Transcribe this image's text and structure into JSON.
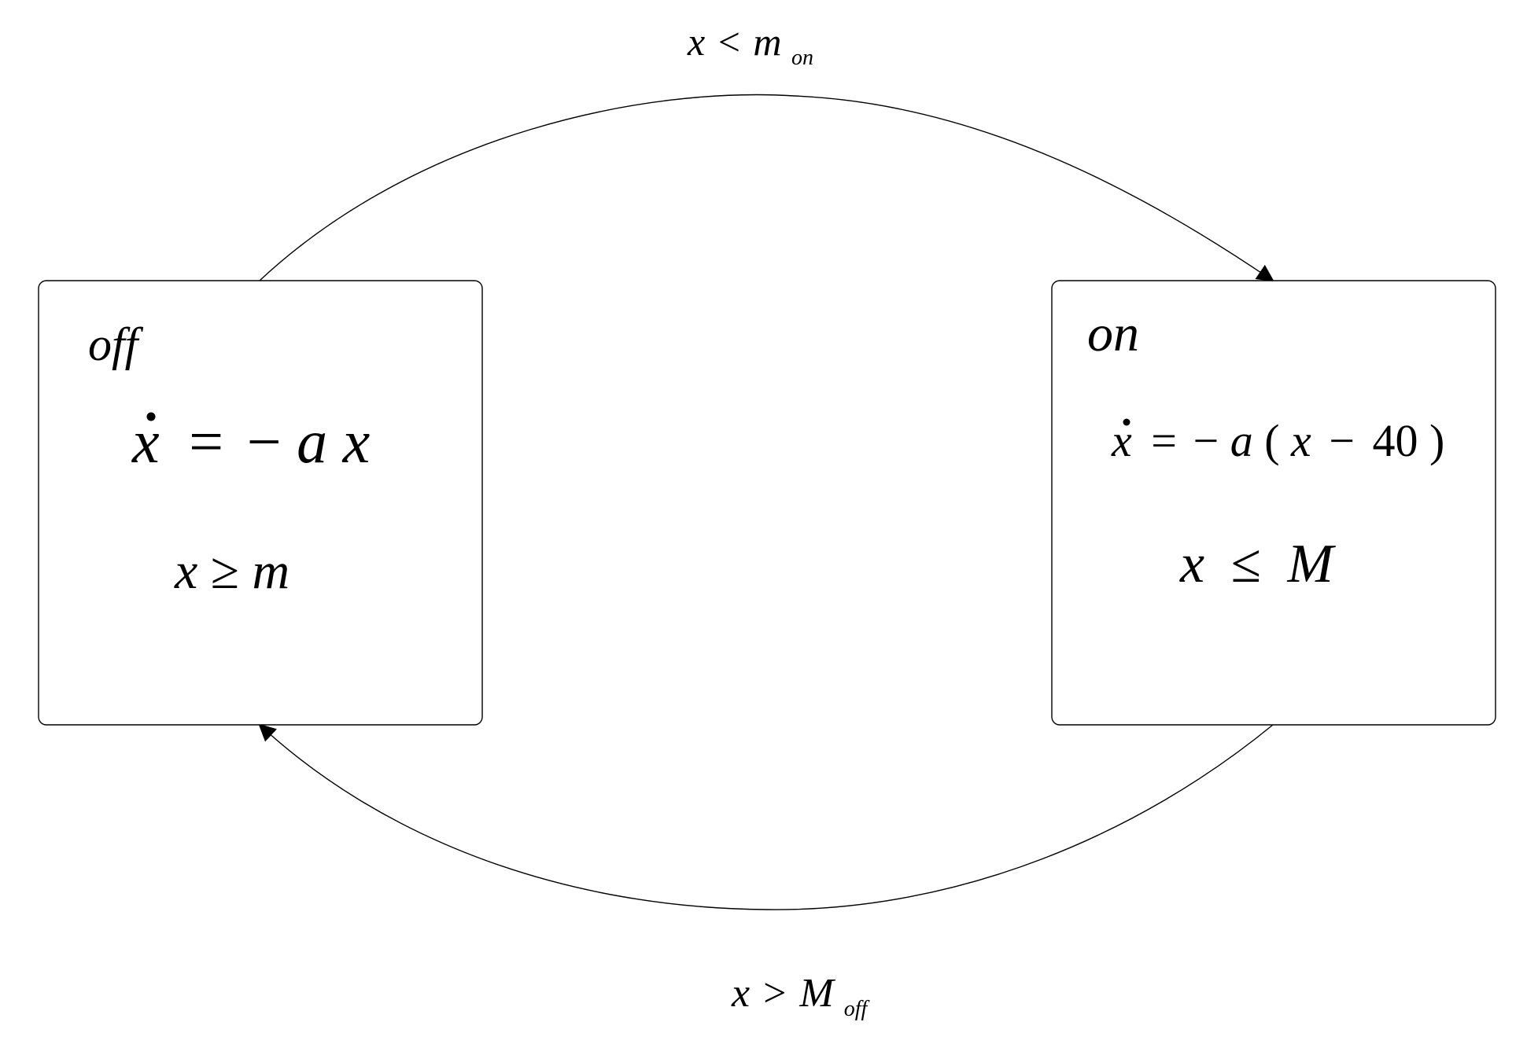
{
  "states": {
    "off": {
      "name": "off",
      "flow": {
        "var": "x",
        "eq": "=",
        "rhs_sign": "−",
        "rhs_a": "a",
        "rhs_x": "x"
      },
      "invariant": {
        "var": "x",
        "op": "≥",
        "rhs": "m"
      }
    },
    "on": {
      "name": "on",
      "flow": {
        "var": "x",
        "eq": "=",
        "rhs_sign": "−",
        "rhs_a": "a",
        "lparen": "(",
        "inner_x": "x",
        "minus": "−",
        "const": "40",
        "rparen": ")"
      },
      "invariant": {
        "var": "x",
        "op": "≤",
        "rhs": "M"
      }
    }
  },
  "transitions": {
    "off_to_on": {
      "var": "x",
      "op": "<",
      "sym": "m",
      "sub": "on"
    },
    "on_to_off": {
      "var": "x",
      "op": ">",
      "sym": "M",
      "sub": "off"
    }
  }
}
